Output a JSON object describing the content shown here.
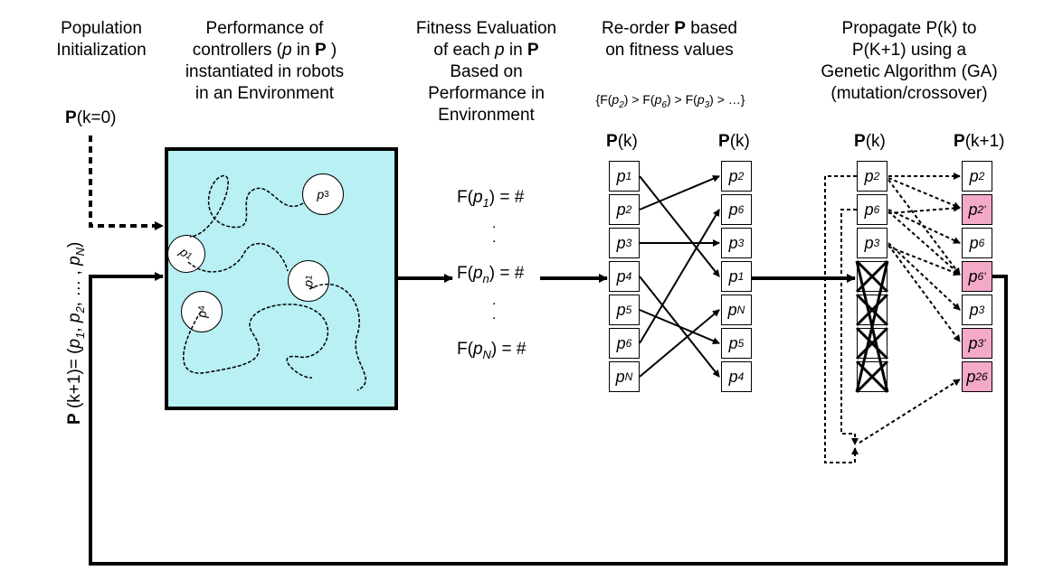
{
  "labels": {
    "pop_init": [
      "Population",
      "Initialization"
    ],
    "perf": [
      "Performance of",
      "controllers (",
      "p",
      " in ",
      "P",
      " )",
      "instantiated in robots",
      "in an Environment"
    ],
    "fitness": [
      "Fitness Evaluation",
      "of each ",
      "p",
      " in ",
      "P",
      "Based on",
      "Performance in",
      "Environment"
    ],
    "reorder": [
      "Re-order ",
      "P",
      " based",
      "on fitness values"
    ],
    "order_formula": [
      "{F(",
      "p",
      "2",
      ") > F(",
      "p",
      "6",
      ") > F(",
      "p",
      "3",
      ") > …}"
    ],
    "propagate": [
      "Propagate P(k) to",
      "P(K+1) using a",
      "Genetic Algorithm (GA)",
      "(mutation/crossover)"
    ],
    "pk0": [
      "P",
      "(k=0)"
    ],
    "loop": [
      "P",
      " (k+1)= (",
      "p",
      "1",
      ", ",
      "p",
      "2",
      ", … , ",
      "p",
      "N",
      ")"
    ]
  },
  "column_headers": {
    "col1": [
      "P",
      "(k)"
    ],
    "col2": [
      "P",
      "(k)"
    ],
    "col3": [
      "P",
      "(k)"
    ],
    "col4": [
      "P",
      "(k+1)"
    ]
  },
  "columns": {
    "col1": [
      [
        "p",
        "1"
      ],
      [
        "p",
        "2"
      ],
      [
        "p",
        "3"
      ],
      [
        "p",
        "4"
      ],
      [
        "p",
        "5"
      ],
      [
        "p",
        "6"
      ],
      [
        "p",
        "N"
      ]
    ],
    "col2": [
      [
        "p",
        "2"
      ],
      [
        "p",
        "6"
      ],
      [
        "p",
        "3"
      ],
      [
        "p",
        "1"
      ],
      [
        "p",
        "N"
      ],
      [
        "p",
        "5"
      ],
      [
        "p",
        "4"
      ]
    ],
    "col3": [
      [
        "p",
        "2"
      ],
      [
        "p",
        "6"
      ],
      [
        "p",
        "3"
      ]
    ],
    "col4": [
      [
        "p",
        "2"
      ],
      [
        "p",
        "2'"
      ],
      [
        "p",
        "6"
      ],
      [
        "p",
        "6'"
      ],
      [
        "p",
        "3"
      ],
      [
        "p",
        "3'"
      ],
      [
        "p",
        "26"
      ]
    ]
  },
  "fitness_values": [
    [
      "F(",
      "p",
      "1",
      ") = #"
    ],
    [
      "F(",
      "p",
      "n",
      ") = #"
    ],
    [
      "F(",
      "p",
      "N",
      ") = #"
    ]
  ],
  "robots": [
    [
      "p",
      "3"
    ],
    [
      "p",
      "1"
    ],
    [
      "p",
      "4"
    ],
    [
      "p",
      "1"
    ]
  ],
  "colors": {
    "environment": "#b8f0f4",
    "mutation_cell": "#f4a9c9"
  }
}
